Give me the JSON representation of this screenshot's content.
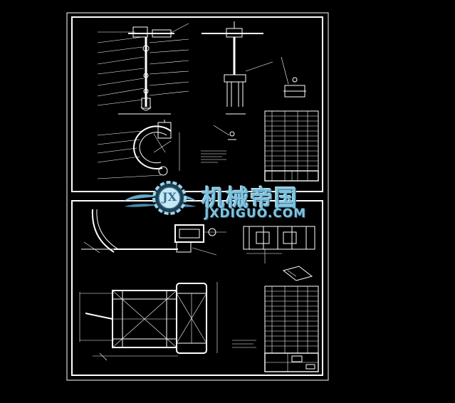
{
  "watermark": {
    "name_cn": "机械帝国",
    "name_en": "JXDIGUO.COM",
    "badge": "JX",
    "color": "#7ec4e0"
  },
  "drawing": {
    "background": "#000000",
    "line_color": "#ffffff",
    "sheets": 2
  }
}
